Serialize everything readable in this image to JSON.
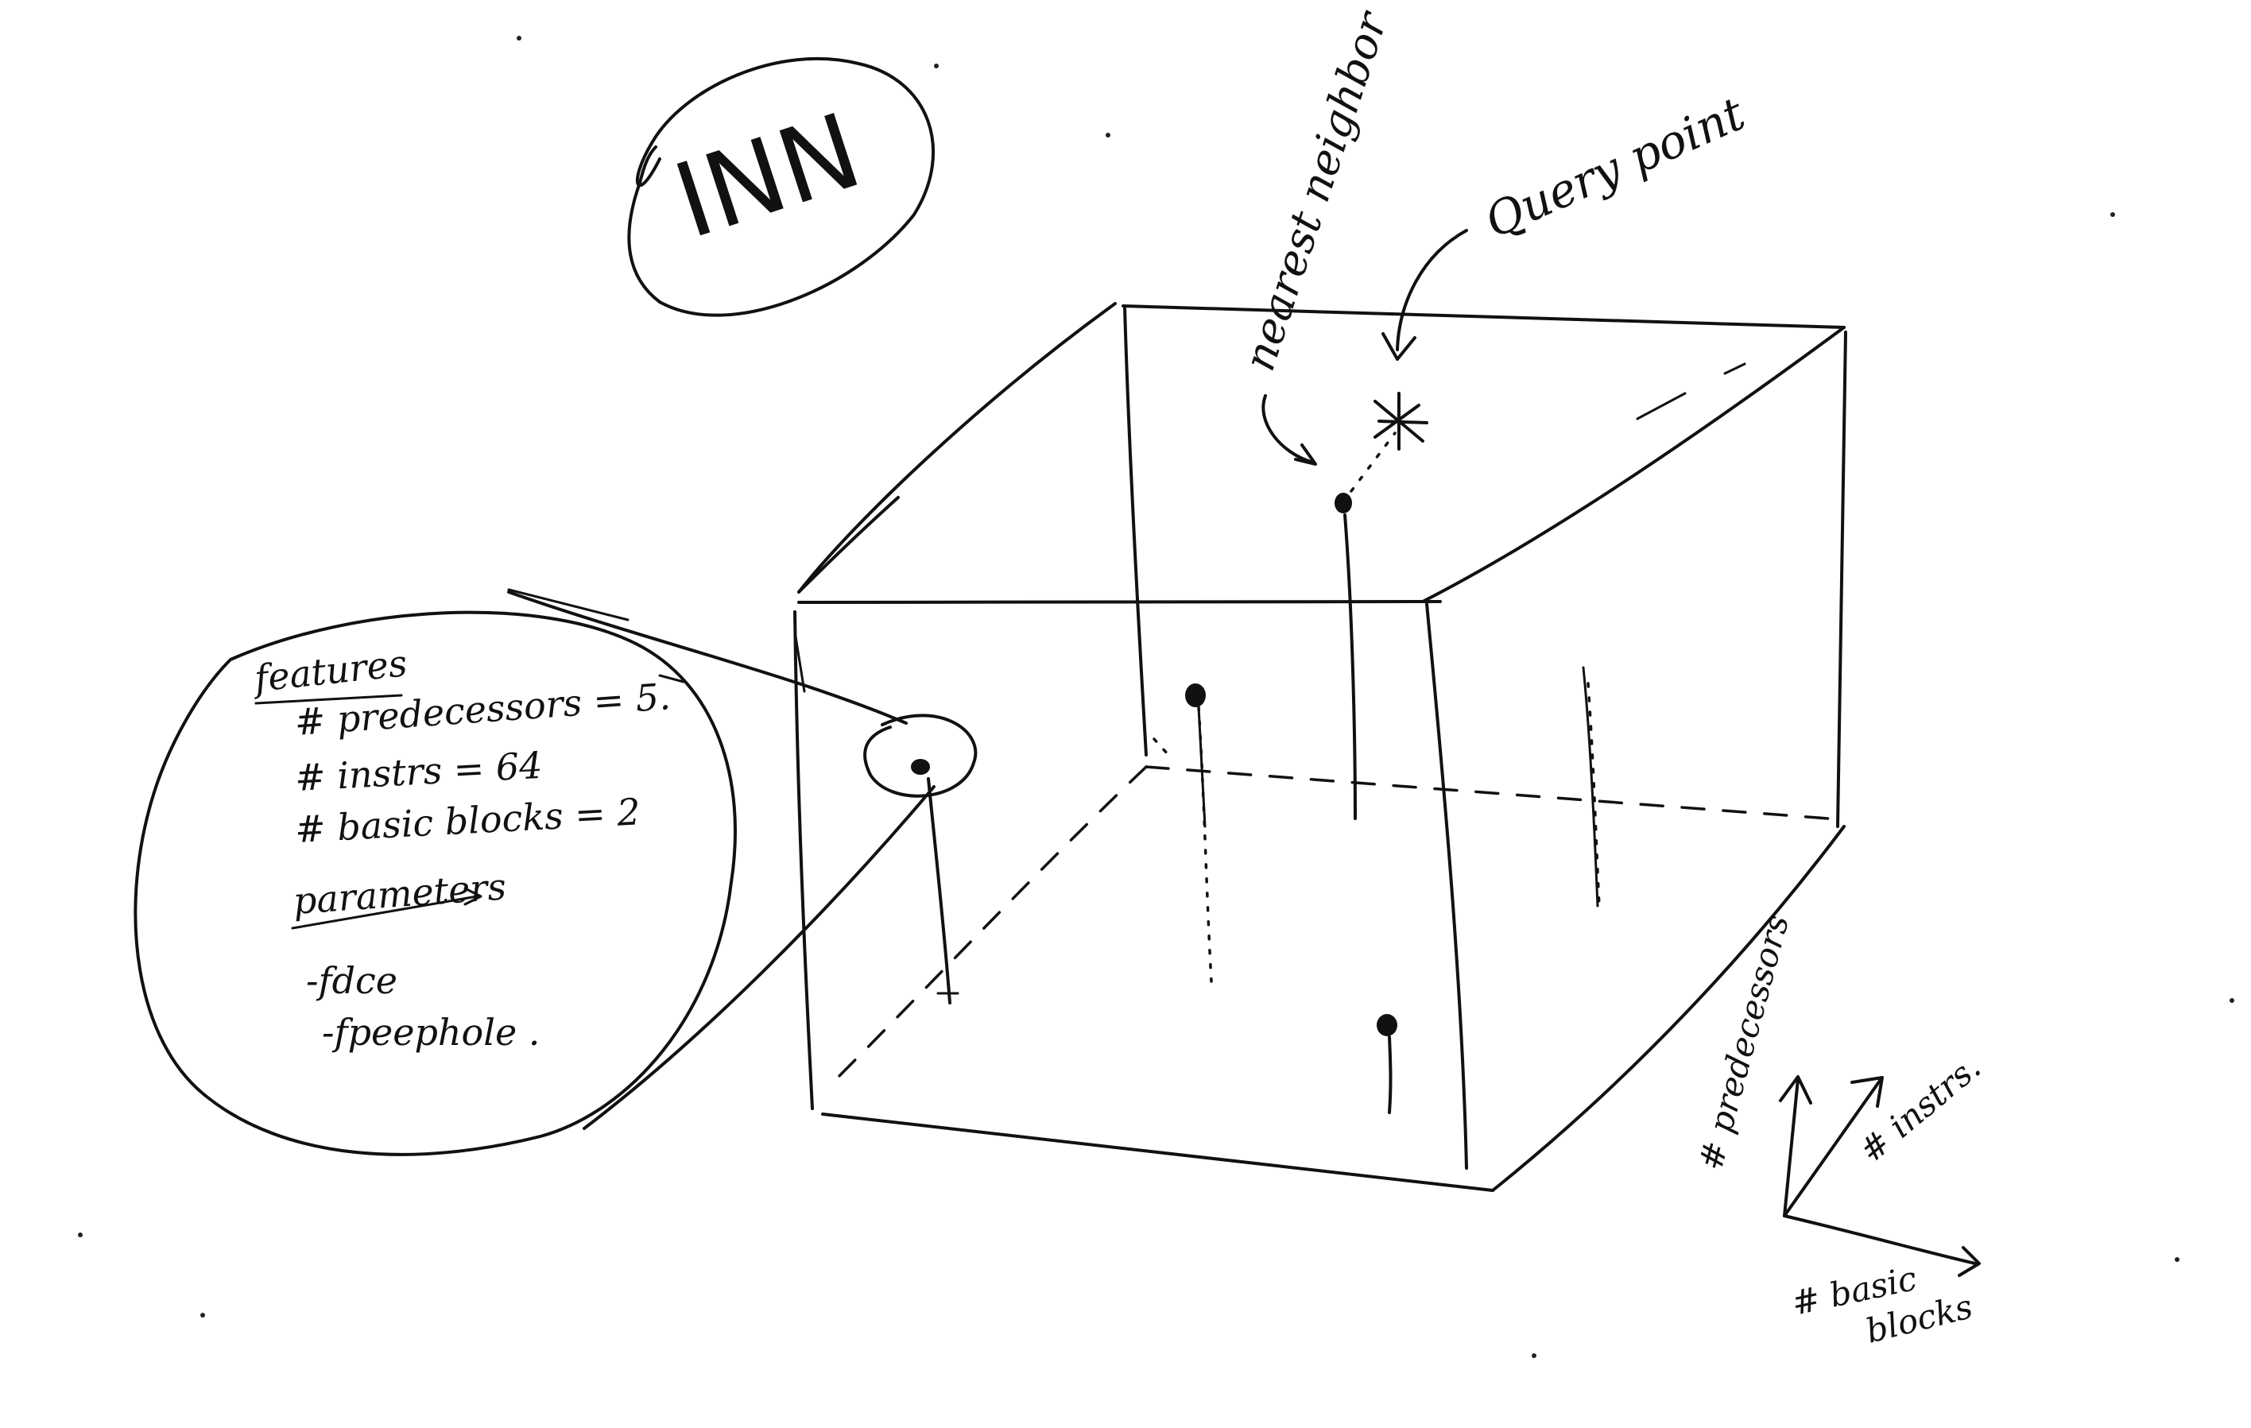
{
  "title": "INN",
  "annotations": {
    "query_point": "Query point",
    "nearest_neighbor": "nearest neighbor"
  },
  "callout": {
    "features_heading": "features",
    "features": [
      "# predecessors = 5.",
      "# instrs = 64",
      "# basic blocks = 2"
    ],
    "parameters_heading": "parameters",
    "parameters": [
      "-fdce",
      "-fpeephole ."
    ]
  },
  "axes": {
    "vertical": "# predecessors",
    "diagonal": "# instrs.",
    "horizontal_line1": "# basic",
    "horizontal_line2": "blocks"
  },
  "colors": {
    "ink": "#111111",
    "paper": "#ffffff"
  }
}
